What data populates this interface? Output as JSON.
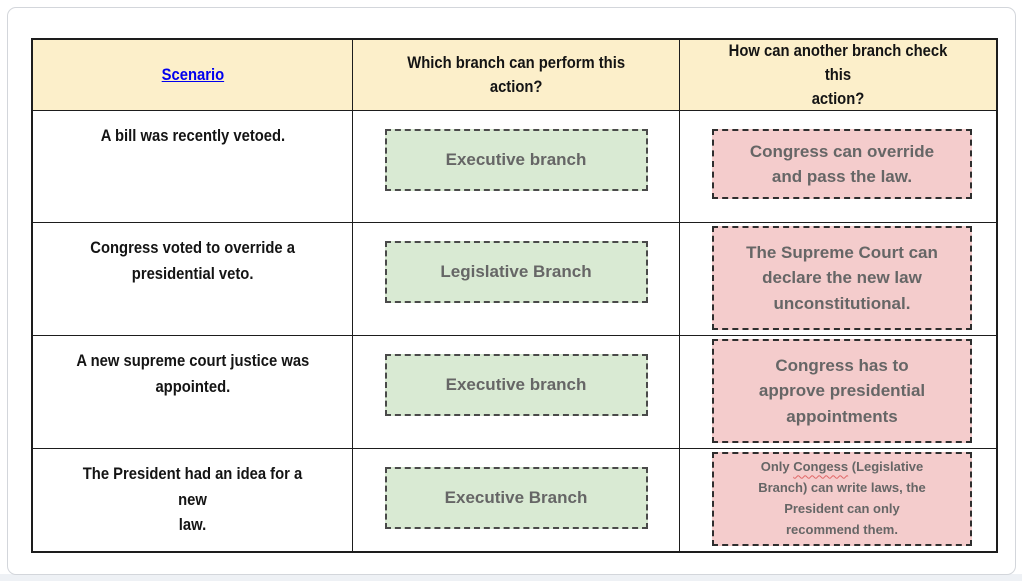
{
  "colors": {
    "header_bg": "#fcefca",
    "branch_box_bg": "#d9ead3",
    "check_box_bg": "#f4cccc",
    "box_text": "#666666",
    "table_border": "#1d1d1d",
    "link_blue": "#0000ee",
    "misspell_underline": "#e06666"
  },
  "table": {
    "headers": {
      "scenario": "Scenario",
      "branch": "Which branch can perform this\naction?",
      "check": "How can another branch check this\naction?"
    },
    "rows": [
      {
        "scenario": "A bill was recently vetoed.",
        "branch": "Executive branch",
        "check": "Congress can override\nand pass the law."
      },
      {
        "scenario": "Congress voted to override a\npresidential veto.",
        "branch": "Legislative Branch",
        "check": "The Supreme Court can\ndeclare the new law\nunconstitutional."
      },
      {
        "scenario": "A new supreme court justice was\nappointed.",
        "branch": "Executive branch",
        "check": "Congress has to\napprove presidential\nappointments"
      },
      {
        "scenario": "The President had an idea for a new\nlaw.",
        "branch": "Executive Branch",
        "check_before": "Only ",
        "check_misspelled": "Congess",
        "check_after": " (Legislative\nBranch) can write laws, the\nPresident can only\nrecommend them."
      }
    ]
  }
}
